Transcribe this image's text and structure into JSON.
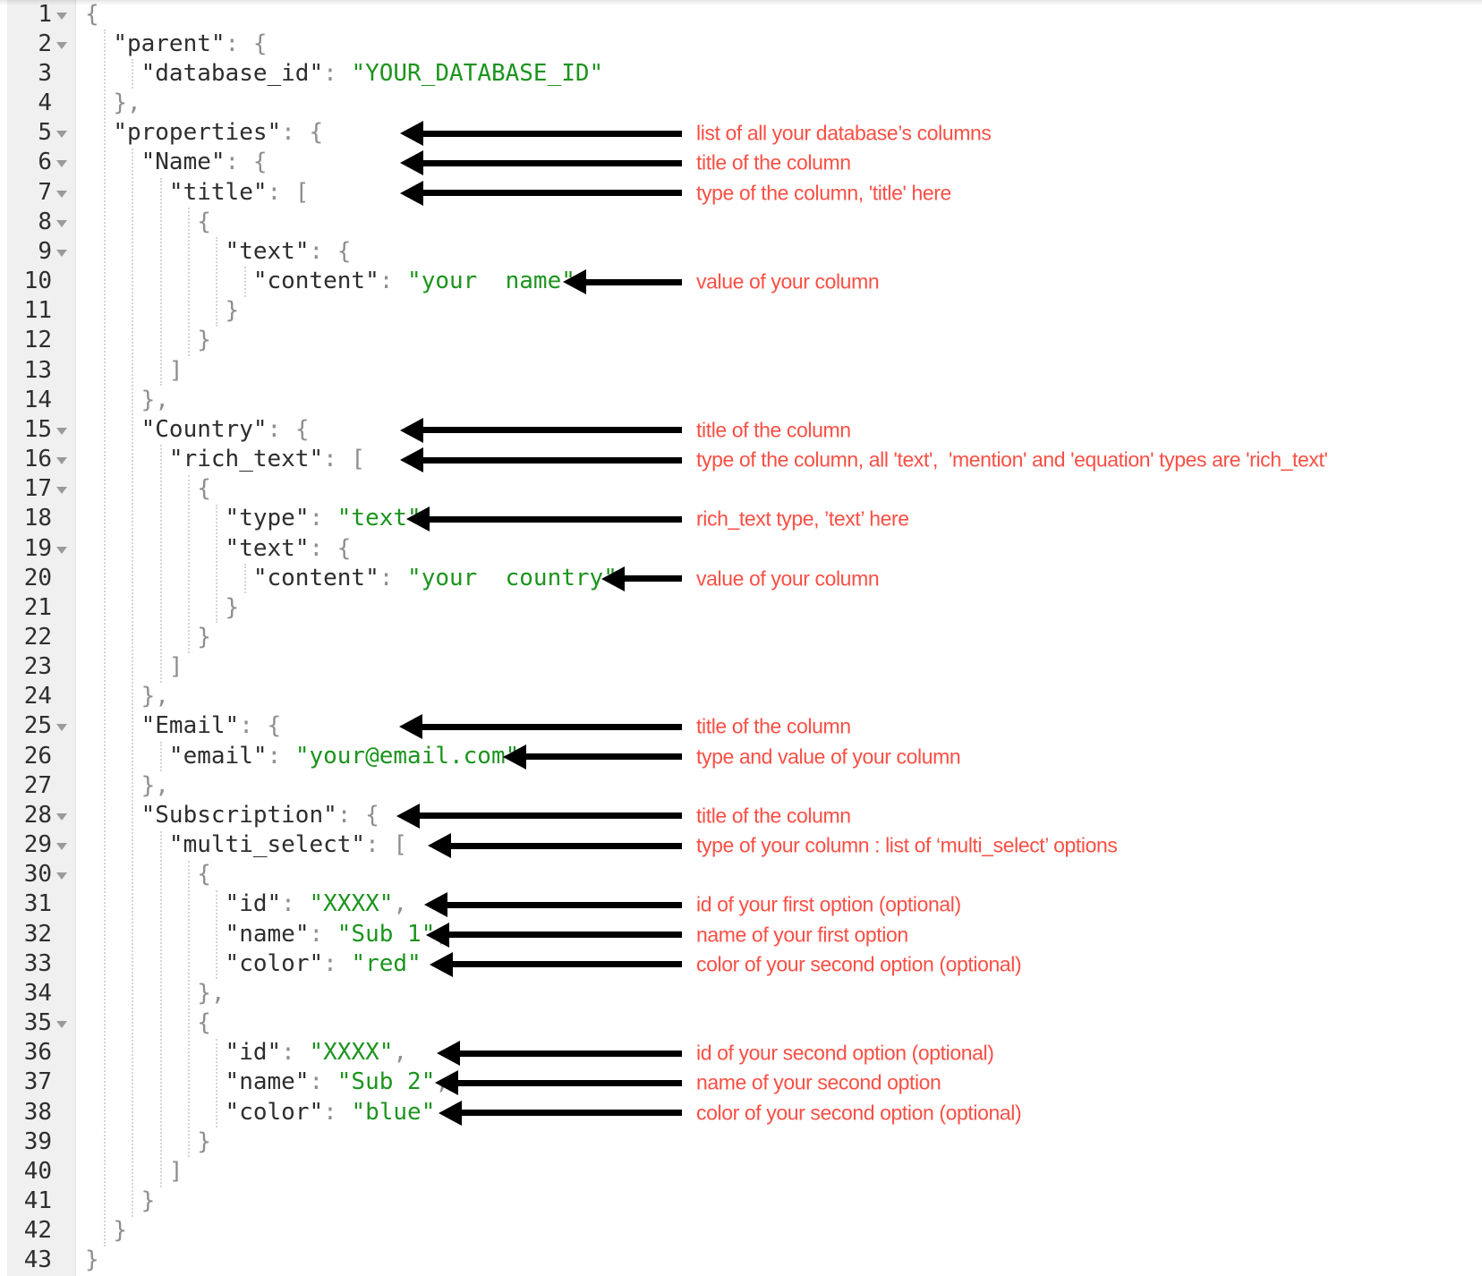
{
  "editor": {
    "colors": {
      "background": "#ffffff",
      "gutter_background": "#f0f0f0",
      "line_number": "#2e2e2e",
      "fold_arrow": "#9a9a9a",
      "json_key": "#2d2d2d",
      "json_punctuation": "#8e8e8e",
      "json_string": "#1c941e",
      "annotation_text": "#f94f44",
      "arrow": "#000000"
    },
    "lines": [
      {
        "n": 1,
        "fold": true,
        "indent": 0,
        "tokens": [
          [
            "p",
            "{"
          ]
        ]
      },
      {
        "n": 2,
        "fold": true,
        "indent": 1,
        "tokens": [
          [
            "k",
            "\"parent\""
          ],
          [
            "p",
            ": {"
          ]
        ]
      },
      {
        "n": 3,
        "fold": false,
        "indent": 2,
        "tokens": [
          [
            "k",
            "\"database_id\""
          ],
          [
            "p",
            ": "
          ],
          [
            "s",
            "\"YOUR_DATABASE_ID\""
          ]
        ]
      },
      {
        "n": 4,
        "fold": false,
        "indent": 1,
        "tokens": [
          [
            "p",
            "},"
          ]
        ]
      },
      {
        "n": 5,
        "fold": true,
        "indent": 1,
        "tokens": [
          [
            "k",
            "\"properties\""
          ],
          [
            "p",
            ": {"
          ]
        ]
      },
      {
        "n": 6,
        "fold": true,
        "indent": 2,
        "tokens": [
          [
            "k",
            "\"Name\""
          ],
          [
            "p",
            ": {"
          ]
        ]
      },
      {
        "n": 7,
        "fold": true,
        "indent": 3,
        "tokens": [
          [
            "k",
            "\"title\""
          ],
          [
            "p",
            ": ["
          ]
        ]
      },
      {
        "n": 8,
        "fold": true,
        "indent": 4,
        "tokens": [
          [
            "p",
            "{"
          ]
        ]
      },
      {
        "n": 9,
        "fold": true,
        "indent": 5,
        "tokens": [
          [
            "k",
            "\"text\""
          ],
          [
            "p",
            ": {"
          ]
        ]
      },
      {
        "n": 10,
        "fold": false,
        "indent": 6,
        "tokens": [
          [
            "k",
            "\"content\""
          ],
          [
            "p",
            ": "
          ],
          [
            "s",
            "\"your  name\""
          ]
        ]
      },
      {
        "n": 11,
        "fold": false,
        "indent": 5,
        "tokens": [
          [
            "p",
            "}"
          ]
        ]
      },
      {
        "n": 12,
        "fold": false,
        "indent": 4,
        "tokens": [
          [
            "p",
            "}"
          ]
        ]
      },
      {
        "n": 13,
        "fold": false,
        "indent": 3,
        "tokens": [
          [
            "p",
            "]"
          ]
        ]
      },
      {
        "n": 14,
        "fold": false,
        "indent": 2,
        "tokens": [
          [
            "p",
            "},"
          ]
        ]
      },
      {
        "n": 15,
        "fold": true,
        "indent": 2,
        "tokens": [
          [
            "k",
            "\"Country\""
          ],
          [
            "p",
            ": {"
          ]
        ]
      },
      {
        "n": 16,
        "fold": true,
        "indent": 3,
        "tokens": [
          [
            "k",
            "\"rich_text\""
          ],
          [
            "p",
            ": ["
          ]
        ]
      },
      {
        "n": 17,
        "fold": true,
        "indent": 4,
        "tokens": [
          [
            "p",
            "{"
          ]
        ]
      },
      {
        "n": 18,
        "fold": false,
        "indent": 5,
        "tokens": [
          [
            "k",
            "\"type\""
          ],
          [
            "p",
            ": "
          ],
          [
            "s",
            "\"text\""
          ],
          [
            "p",
            ","
          ]
        ]
      },
      {
        "n": 19,
        "fold": true,
        "indent": 5,
        "tokens": [
          [
            "k",
            "\"text\""
          ],
          [
            "p",
            ": {"
          ]
        ]
      },
      {
        "n": 20,
        "fold": false,
        "indent": 6,
        "tokens": [
          [
            "k",
            "\"content\""
          ],
          [
            "p",
            ": "
          ],
          [
            "s",
            "\"your  country\""
          ]
        ]
      },
      {
        "n": 21,
        "fold": false,
        "indent": 5,
        "tokens": [
          [
            "p",
            "}"
          ]
        ]
      },
      {
        "n": 22,
        "fold": false,
        "indent": 4,
        "tokens": [
          [
            "p",
            "}"
          ]
        ]
      },
      {
        "n": 23,
        "fold": false,
        "indent": 3,
        "tokens": [
          [
            "p",
            "]"
          ]
        ]
      },
      {
        "n": 24,
        "fold": false,
        "indent": 2,
        "tokens": [
          [
            "p",
            "},"
          ]
        ]
      },
      {
        "n": 25,
        "fold": true,
        "indent": 2,
        "tokens": [
          [
            "k",
            "\"Email\""
          ],
          [
            "p",
            ": {"
          ]
        ]
      },
      {
        "n": 26,
        "fold": false,
        "indent": 3,
        "tokens": [
          [
            "k",
            "\"email\""
          ],
          [
            "p",
            ": "
          ],
          [
            "s",
            "\"your@email.com\""
          ]
        ]
      },
      {
        "n": 27,
        "fold": false,
        "indent": 2,
        "tokens": [
          [
            "p",
            "},"
          ]
        ]
      },
      {
        "n": 28,
        "fold": true,
        "indent": 2,
        "tokens": [
          [
            "k",
            "\"Subscription\""
          ],
          [
            "p",
            ": {"
          ]
        ]
      },
      {
        "n": 29,
        "fold": true,
        "indent": 3,
        "tokens": [
          [
            "k",
            "\"multi_select\""
          ],
          [
            "p",
            ": ["
          ]
        ]
      },
      {
        "n": 30,
        "fold": true,
        "indent": 4,
        "tokens": [
          [
            "p",
            "{"
          ]
        ]
      },
      {
        "n": 31,
        "fold": false,
        "indent": 5,
        "tokens": [
          [
            "k",
            "\"id\""
          ],
          [
            "p",
            ": "
          ],
          [
            "s",
            "\"XXXX\""
          ],
          [
            "p",
            ","
          ]
        ]
      },
      {
        "n": 32,
        "fold": false,
        "indent": 5,
        "tokens": [
          [
            "k",
            "\"name\""
          ],
          [
            "p",
            ": "
          ],
          [
            "s",
            "\"Sub 1\""
          ],
          [
            "p",
            ","
          ]
        ]
      },
      {
        "n": 33,
        "fold": false,
        "indent": 5,
        "tokens": [
          [
            "k",
            "\"color\""
          ],
          [
            "p",
            ": "
          ],
          [
            "s",
            "\"red\""
          ]
        ]
      },
      {
        "n": 34,
        "fold": false,
        "indent": 4,
        "tokens": [
          [
            "p",
            "},"
          ]
        ]
      },
      {
        "n": 35,
        "fold": true,
        "indent": 4,
        "tokens": [
          [
            "p",
            "{"
          ]
        ]
      },
      {
        "n": 36,
        "fold": false,
        "indent": 5,
        "tokens": [
          [
            "k",
            "\"id\""
          ],
          [
            "p",
            ": "
          ],
          [
            "s",
            "\"XXXX\""
          ],
          [
            "p",
            ","
          ]
        ]
      },
      {
        "n": 37,
        "fold": false,
        "indent": 5,
        "tokens": [
          [
            "k",
            "\"name\""
          ],
          [
            "p",
            ": "
          ],
          [
            "s",
            "\"Sub 2\""
          ],
          [
            "p",
            ","
          ]
        ]
      },
      {
        "n": 38,
        "fold": false,
        "indent": 5,
        "tokens": [
          [
            "k",
            "\"color\""
          ],
          [
            "p",
            ": "
          ],
          [
            "s",
            "\"blue\""
          ]
        ]
      },
      {
        "n": 39,
        "fold": false,
        "indent": 4,
        "tokens": [
          [
            "p",
            "}"
          ]
        ]
      },
      {
        "n": 40,
        "fold": false,
        "indent": 3,
        "tokens": [
          [
            "p",
            "]"
          ]
        ]
      },
      {
        "n": 41,
        "fold": false,
        "indent": 2,
        "tokens": [
          [
            "p",
            "}"
          ]
        ]
      },
      {
        "n": 42,
        "fold": false,
        "indent": 1,
        "tokens": [
          [
            "p",
            "}"
          ]
        ]
      },
      {
        "n": 43,
        "fold": false,
        "indent": 0,
        "tokens": [
          [
            "p",
            "}"
          ]
        ]
      }
    ],
    "annotations": [
      {
        "line": 5,
        "tip": 447,
        "text": "list of all your database’s columns"
      },
      {
        "line": 6,
        "tip": 447,
        "text": "title of the column"
      },
      {
        "line": 7,
        "tip": 447,
        "text": "type of the column, 'title' here"
      },
      {
        "line": 10,
        "tip": 629,
        "text": "value of your column"
      },
      {
        "line": 15,
        "tip": 447,
        "text": "title of the column"
      },
      {
        "line": 16,
        "tip": 447,
        "text": "type of the column, all 'text',  'mention' and 'equation' types are 'rich_text'"
      },
      {
        "line": 18,
        "tip": 454,
        "text": "rich_text type, ’text’ here"
      },
      {
        "line": 20,
        "tip": 672,
        "text": "value of your column"
      },
      {
        "line": 25,
        "tip": 446,
        "text": "title of the column"
      },
      {
        "line": 26,
        "tip": 562,
        "text": "type and value of your column"
      },
      {
        "line": 28,
        "tip": 443,
        "text": "title of the column"
      },
      {
        "line": 29,
        "tip": 478,
        "text": "type of your column : list of ‘multi_select’ options"
      },
      {
        "line": 31,
        "tip": 474,
        "text": "id of your first option (optional)"
      },
      {
        "line": 32,
        "tip": 476,
        "text": "name of your first option"
      },
      {
        "line": 33,
        "tip": 480,
        "text": "color of your second option (optional)"
      },
      {
        "line": 36,
        "tip": 488,
        "text": "id of your second option (optional)"
      },
      {
        "line": 37,
        "tip": 486,
        "text": "name of your second option"
      },
      {
        "line": 38,
        "tip": 490,
        "text": "color of your second option (optional)"
      }
    ],
    "fold_regions": [
      [
        0,
        2,
        42
      ],
      [
        1,
        3,
        3
      ],
      [
        1,
        6,
        41
      ],
      [
        2,
        7,
        13
      ],
      [
        3,
        8,
        12
      ],
      [
        4,
        9,
        11
      ],
      [
        5,
        10,
        10
      ],
      [
        2,
        16,
        23
      ],
      [
        3,
        17,
        22
      ],
      [
        4,
        18,
        21
      ],
      [
        5,
        20,
        20
      ],
      [
        2,
        26,
        26
      ],
      [
        2,
        29,
        40
      ],
      [
        3,
        30,
        39
      ],
      [
        4,
        31,
        33
      ],
      [
        4,
        36,
        38
      ]
    ]
  }
}
